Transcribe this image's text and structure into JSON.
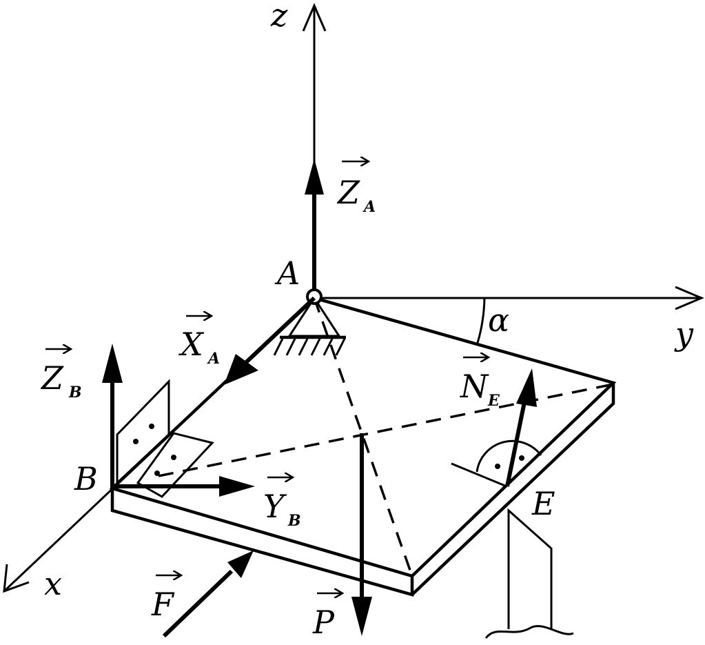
{
  "axes": {
    "z": "z",
    "y": "y",
    "x": "x"
  },
  "points": {
    "A": "A",
    "B": "B",
    "E": "E"
  },
  "angle": "α",
  "forces": {
    "ZA": {
      "main": "Z",
      "sub": "A"
    },
    "XA": {
      "main": "X",
      "sub": "A"
    },
    "ZB": {
      "main": "Z",
      "sub": "B"
    },
    "YB": {
      "main": "Y",
      "sub": "B"
    },
    "NE": {
      "main": "N",
      "sub": "E"
    },
    "F": {
      "main": "F"
    },
    "P": {
      "main": "P"
    }
  }
}
